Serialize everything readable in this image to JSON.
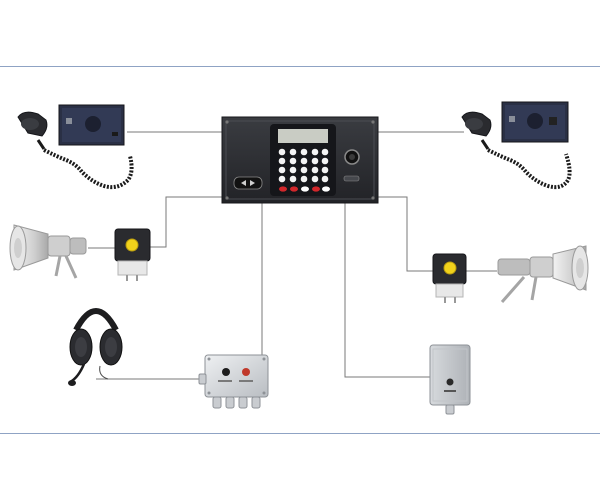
{
  "diagram": {
    "colors": {
      "frame_line": "#8fa3c4",
      "wire": "#7a7a7a",
      "panel": "#2b2d31",
      "panel_dark": "#1c1d20",
      "display": "#c9ccc4",
      "key_black": "#111111",
      "key_red": "#d2272b",
      "button_yellow": "#f1d21b",
      "horn": "#dadada",
      "grey_box": "#d9dcdf"
    },
    "components": [
      {
        "id": "central-control-unit",
        "icon": "keypad-control-panel-icon"
      },
      {
        "id": "left-handset-station",
        "icon": "handset-intercom-icon"
      },
      {
        "id": "right-handset-station",
        "icon": "handset-intercom-icon"
      },
      {
        "id": "left-loudspeaker",
        "icon": "horn-speaker-icon"
      },
      {
        "id": "right-loudspeaker",
        "icon": "horn-speaker-icon"
      },
      {
        "id": "left-call-button",
        "icon": "yellow-push-button-icon"
      },
      {
        "id": "right-call-button",
        "icon": "yellow-push-button-icon"
      },
      {
        "id": "headset",
        "icon": "headset-microphone-icon"
      },
      {
        "id": "headset-junction-box",
        "icon": "junction-box-icon"
      },
      {
        "id": "wall-station",
        "icon": "wall-intercom-icon"
      }
    ]
  }
}
